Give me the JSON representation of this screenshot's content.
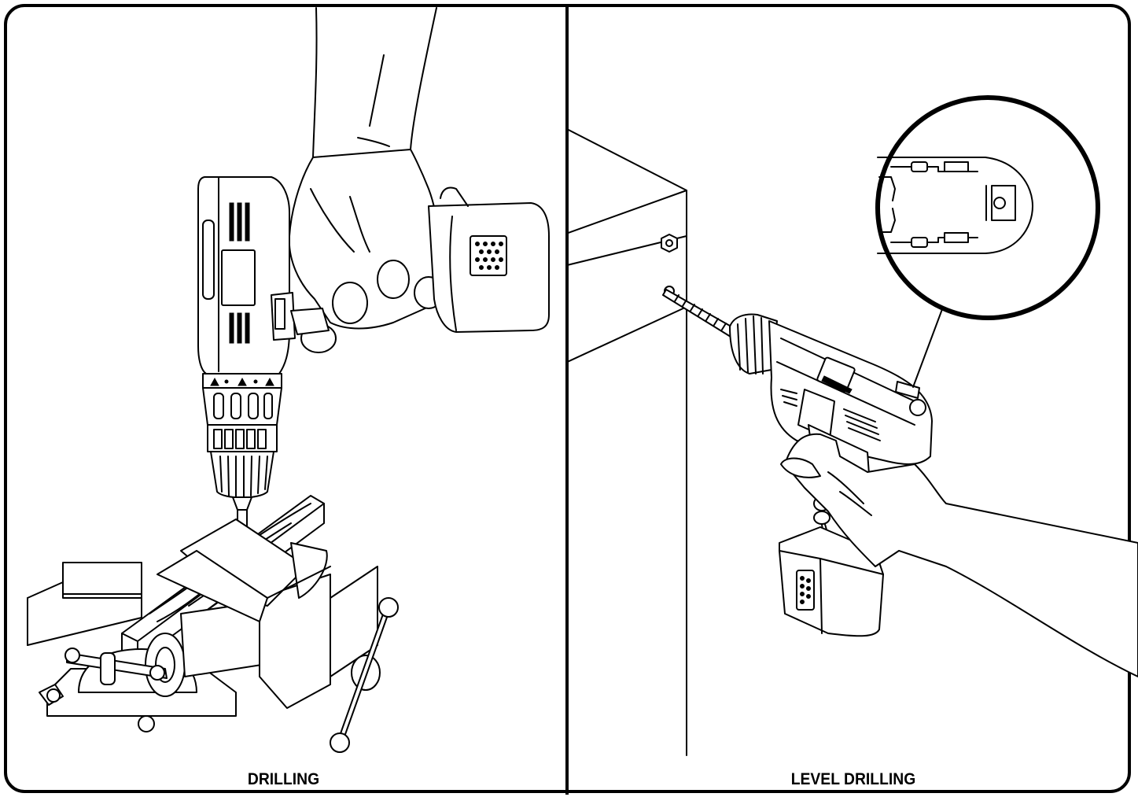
{
  "panels": [
    {
      "caption": "DRILLING",
      "illustration": "drill-into-wood-in-vise"
    },
    {
      "caption": "LEVEL DRILLING",
      "illustration": "drill-into-cabinet-with-level-bubble-zoom"
    }
  ],
  "colors": {
    "line": "#000000",
    "background": "#ffffff"
  }
}
